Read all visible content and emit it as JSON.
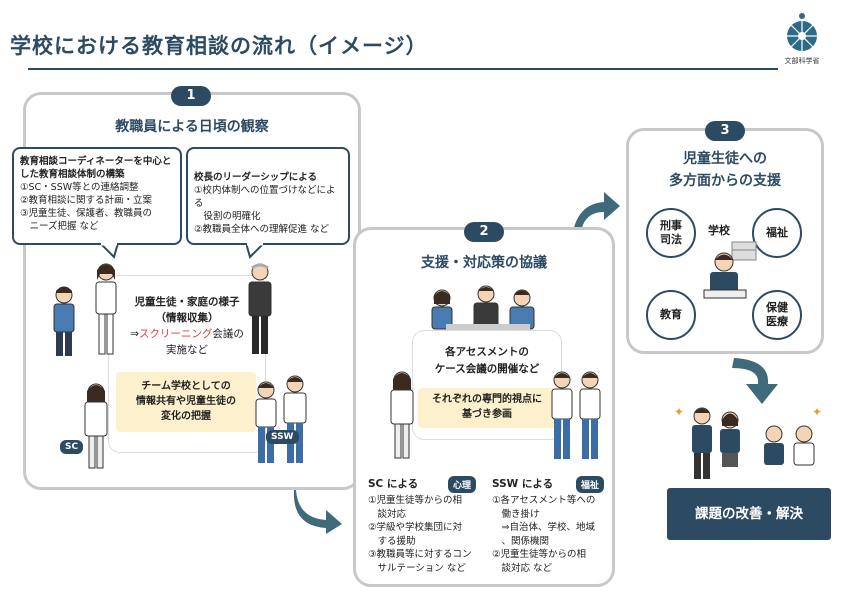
{
  "header": {
    "title": "学校における教育相談の流れ（イメージ）",
    "logo_text": "文部科学省"
  },
  "step1": {
    "number": "1",
    "title": "教職員による日頃の観察",
    "bubble_left": {
      "heading1": "教育相談コーディネーターを中心と",
      "heading2": "した教育相談体制の構築",
      "items": [
        "①SC・SSW等との連絡調整",
        "②教育相談に関する計画・立案",
        "③児童生徒、保護者、教職員の",
        "　ニーズ把握 など"
      ]
    },
    "bubble_right": {
      "heading": "校長のリーダーシップによる",
      "items": [
        "①校内体制への位置づけなどによる",
        "　役割の明確化",
        "②教職員全体への理解促進 など"
      ]
    },
    "center_l1": "児童生徒・家庭の様子",
    "center_l2": "（情報収集）",
    "screening_prefix": "⇒",
    "screening_red": "スクリーニング",
    "screening_suffix": "会議の",
    "screening_l2": "実施など",
    "yellow_l1": "チーム学校としての",
    "yellow_l2": "情報共有や児童生徒の",
    "yellow_l3": "変化の把握",
    "sc_label": "SC",
    "ssw_label": "SSW"
  },
  "step2": {
    "number": "2",
    "title": "支援・対応策の協議",
    "meeting_l1": "各アセスメントの",
    "meeting_l2": "ケース会議の開催など",
    "yellow_l1": "それぞれの専門的視点に",
    "yellow_l2": "基づき参画",
    "sc_heading": "SC による",
    "sc_badge": "心理",
    "sc_items": [
      "①児童生徒等からの相",
      "　談対応",
      "②学級や学校集団に対",
      "　する援助",
      "③教職員等に対するコン",
      "　サルテーション など"
    ],
    "ssw_heading": "SSW による",
    "ssw_badge": "福祉",
    "ssw_items": [
      "①各アセスメント等への",
      "　働き掛け",
      "　⇒自治体、学校、地域",
      "　、関係機関",
      "②児童生徒等からの相",
      "　談対応 など"
    ]
  },
  "step3": {
    "number": "3",
    "title_l1": "児童生徒への",
    "title_l2": "多方面からの支援",
    "circles": {
      "justice": "刑事\n司法",
      "welfare": "福祉",
      "education": "教育",
      "health": "保健\n医療"
    },
    "school_label": "学校"
  },
  "result": {
    "label": "課題の改善・解決"
  },
  "colors": {
    "navy": "#2d4a63",
    "teal": "#3f6a7a",
    "yellow": "#fdf0cc",
    "red": "#e03a3a"
  }
}
